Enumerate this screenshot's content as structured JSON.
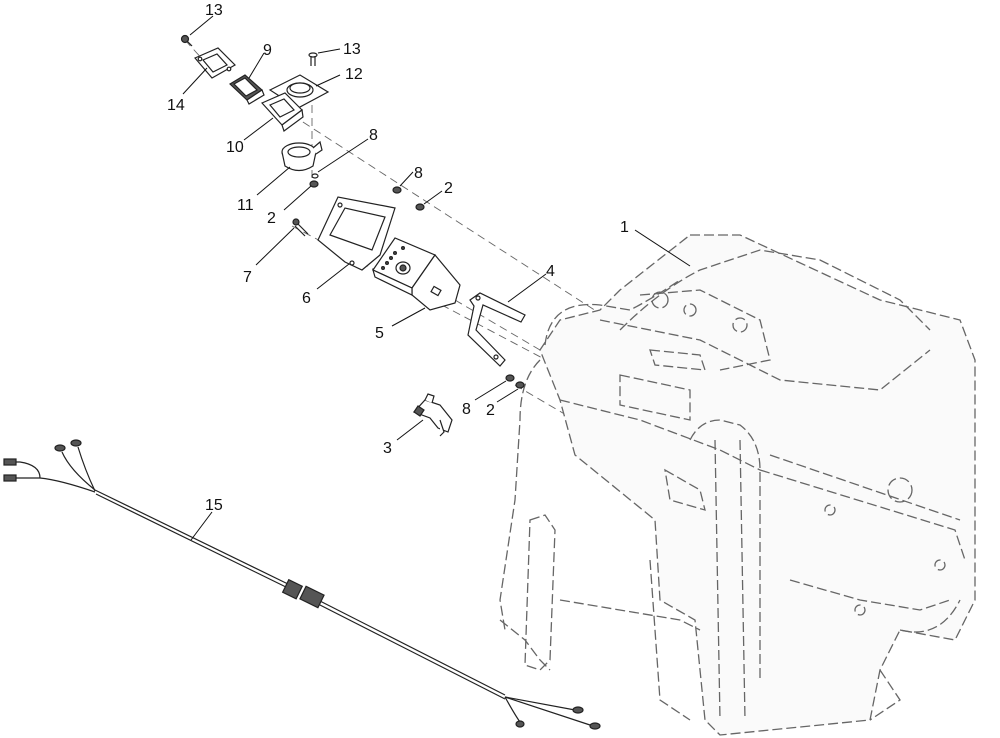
{
  "callouts": {
    "c1": "1",
    "c2a": "2",
    "c2b": "2",
    "c2c": "2",
    "c3": "3",
    "c4": "4",
    "c5": "5",
    "c6": "6",
    "c7": "7",
    "c8a": "8",
    "c8b": "8",
    "c8c": "8",
    "c9": "9",
    "c10": "10",
    "c11": "11",
    "c12": "12",
    "c13a": "13",
    "c13b": "13",
    "c14": "14",
    "c15": "15"
  }
}
